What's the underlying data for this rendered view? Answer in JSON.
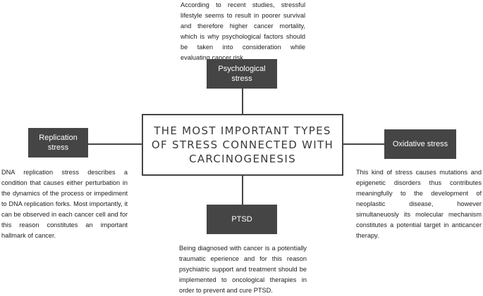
{
  "center": {
    "title": "THE MOST IMPORTANT TYPES OF STRESS CONNECTED WITH CARCINOGENESIS"
  },
  "nodes": {
    "psychological": {
      "label": "Psychological stress",
      "description": "According to recent studies, stressful lifestyle seems to result in poorer survival and therefore higher cancer mortality, which is why psychological factors should be taken into consideration while evaluating cancer risk."
    },
    "replication": {
      "label": "Replication stress",
      "description": "DNA replication stress describes a condition that causes either perturbation in the dynamics of the process or impediment to DNA replication forks. Most importantly, it can be observed in each cancer cell and for this reason constitutes an important hallmark of cancer."
    },
    "oxidative": {
      "label": "Oxidative stress",
      "description": "This kind of stress causes mutations and epigenetic disorders thus contributes meaningfully to the development of neoplastic disease, however simultaneuosly its molecular mechanism constitutes a potential target in anticancer therapy."
    },
    "ptsd": {
      "label": "PTSD",
      "description": "Being diagnosed with cancer is a potentially traumatic eperience and for this reason psychiatric support and treatment should be implemented to oncological therapies in order to prevent and cure PTSD."
    }
  }
}
